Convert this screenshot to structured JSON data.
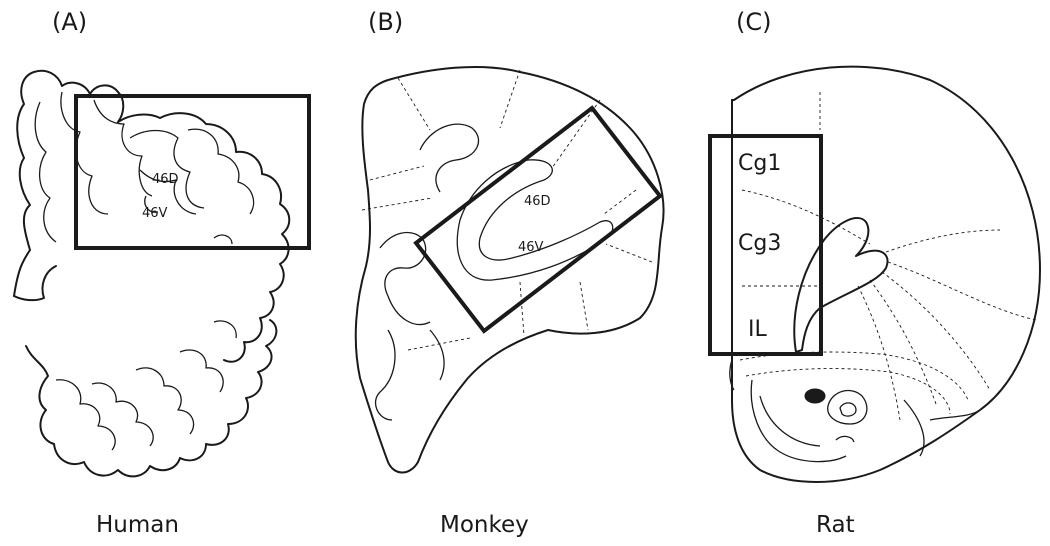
{
  "panels": [
    {
      "letter": "(A)",
      "species": "Human",
      "areas": [
        "46D",
        "46V"
      ]
    },
    {
      "letter": "(B)",
      "species": "Monkey",
      "areas": [
        "46D",
        "46V"
      ]
    },
    {
      "letter": "(C)",
      "species": "Rat",
      "areas": [
        "Cg1",
        "Cg3",
        "IL"
      ]
    }
  ]
}
